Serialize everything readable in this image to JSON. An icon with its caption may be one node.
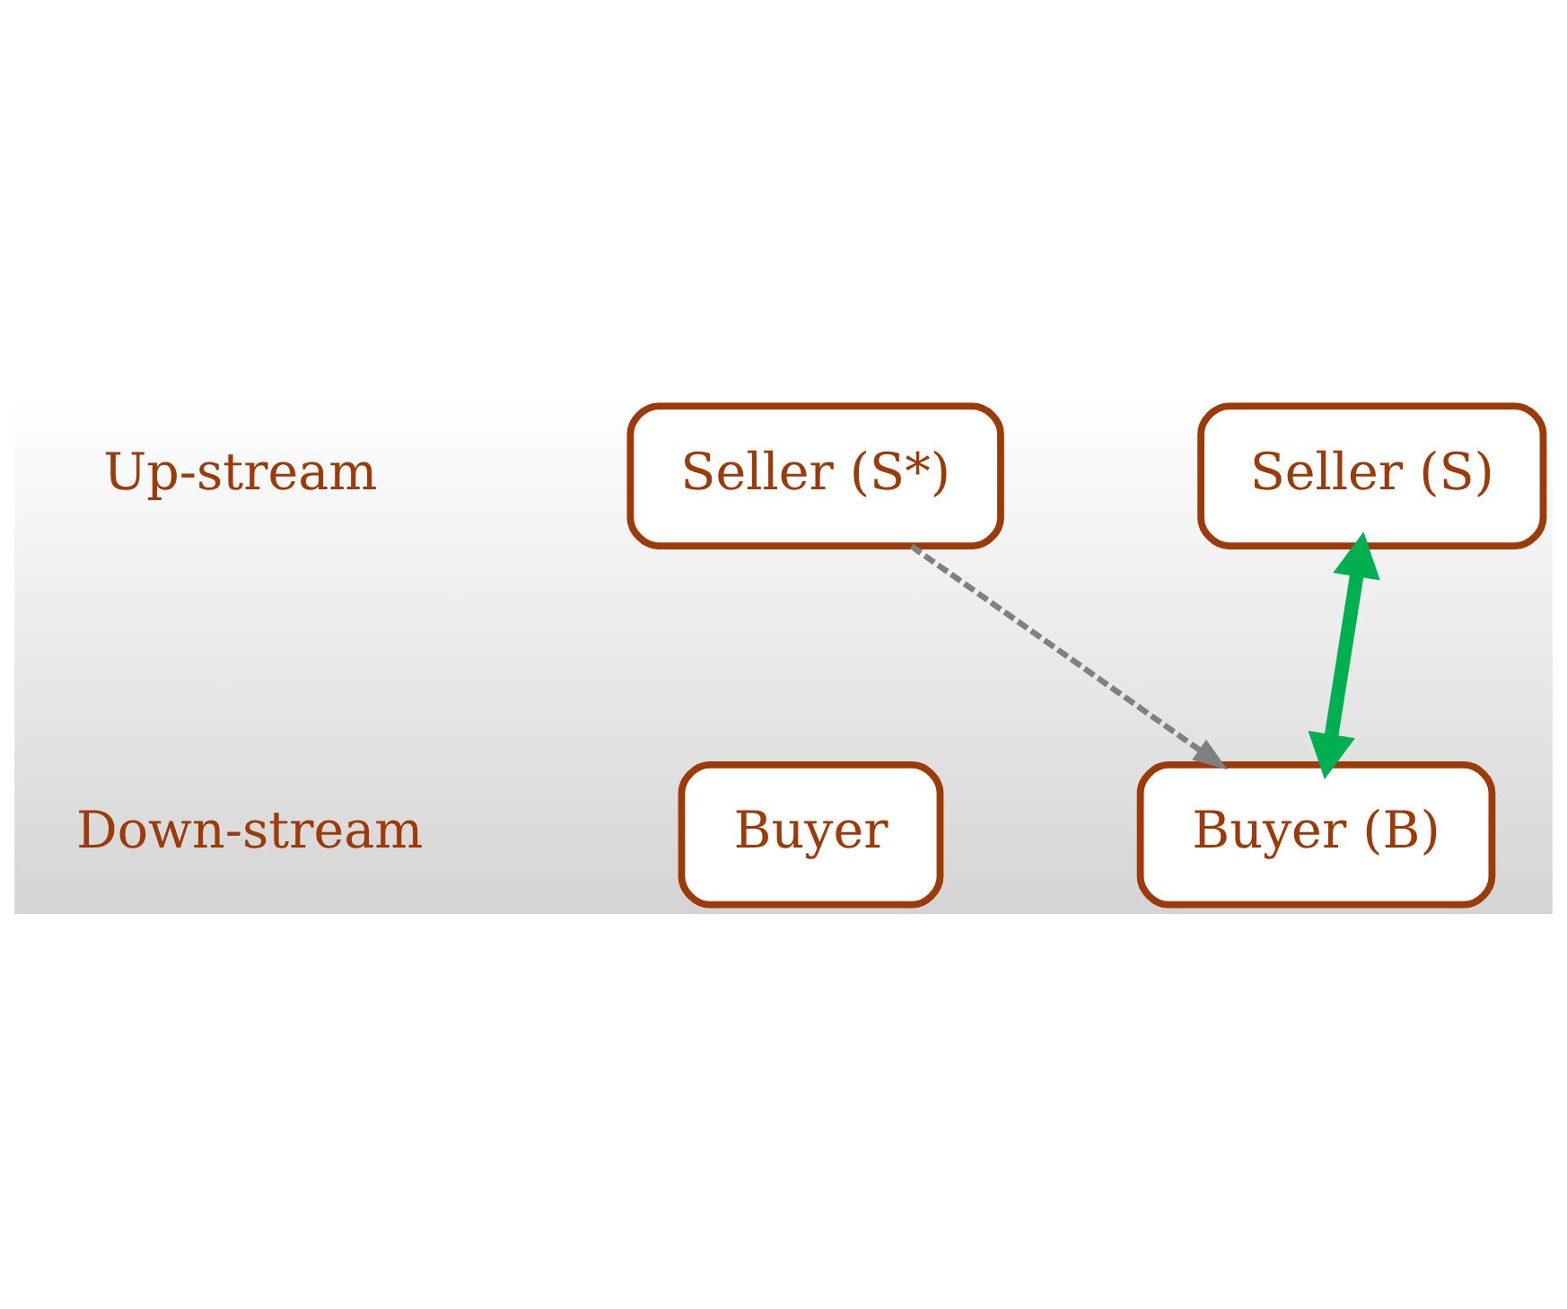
{
  "diagram": {
    "nodes": [
      {
        "text": [
          "Seller (S*)"
        ]
      },
      {
        "text": [
          "Buyer"
        ]
      },
      {
        "text": [
          "Seller (S)"
        ]
      },
      {
        "text": [
          "Buyer (B)"
        ]
      }
    ],
    "edges": [
      {
        "from": 0,
        "to": 3,
        "arrow": "to",
        "style": "dashed",
        "color": "#808080"
      },
      {
        "from": 2,
        "to": 3,
        "arrow": "both",
        "style": "thick",
        "color": "#00b050"
      }
    ],
    "labels": [
      "Up-stream",
      "Down-stream"
    ]
  }
}
